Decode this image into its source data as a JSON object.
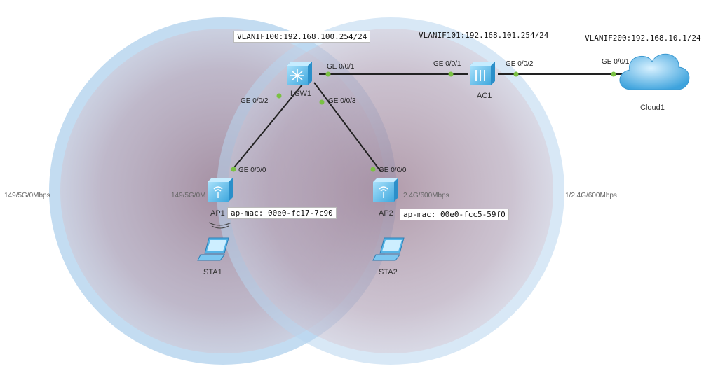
{
  "vlanifs": {
    "v100": "VLANIF100:192.168.100.254/24",
    "v101": "VLANIF101:192.168.101.254/24",
    "v200": "VLANIF200:192.168.10.1/24"
  },
  "devices": {
    "lsw1": "LSW1",
    "ac1": "AC1",
    "cloud1": "Cloud1",
    "ap1": "AP1",
    "ap2": "AP2",
    "sta1": "STA1",
    "sta2": "STA2"
  },
  "ports": {
    "lsw1_g001": "GE 0/0/1",
    "lsw1_g002": "GE 0/0/2",
    "lsw1_g003": "GE 0/0/3",
    "ac1_g001": "GE 0/0/1",
    "ac1_g002": "GE 0/0/2",
    "cloud1_g001": "GE 0/0/1",
    "ap1_g000": "GE 0/0/0",
    "ap2_g000": "GE 0/0/0"
  },
  "macs": {
    "ap1": "ap-mac:  00e0-fc17-7c90",
    "ap2": "ap-mac: 00e0-fcc5-59f0"
  },
  "radio": {
    "left_outer": "149/5G/0Mbps",
    "ap1_inner": "149/5G/0M",
    "ap2_inner": "2.4G/600Mbps",
    "right_outer": "1/2.4G/600Mbps"
  },
  "colors": {
    "coverage_ring": "#b8d6ee",
    "coverage_fill": "#a06070",
    "link": "#222222",
    "port_dot": "#7ac143",
    "device": "#5ab8e8"
  }
}
